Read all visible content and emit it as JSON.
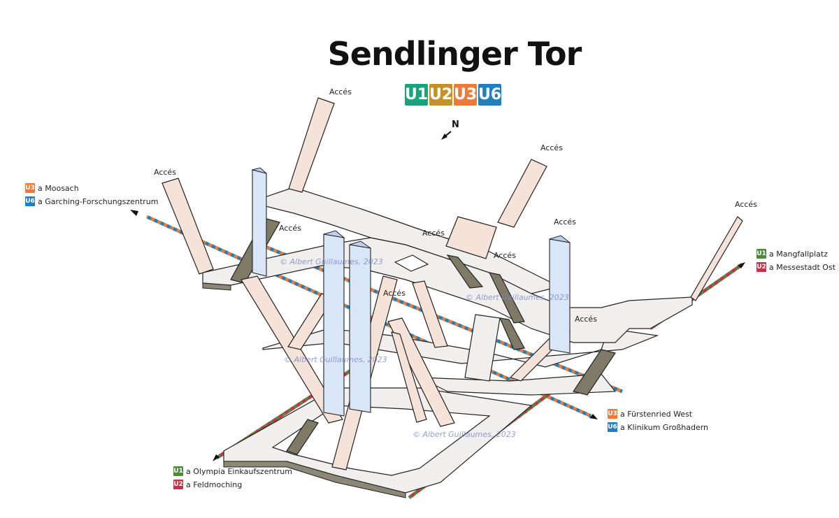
{
  "title": "Sendlinger Tor",
  "lines": [
    {
      "label": "U1",
      "color": "#1aa37a"
    },
    {
      "label": "U2",
      "color": "#c4902a"
    },
    {
      "label": "U3",
      "color": "#ec7a38"
    },
    {
      "label": "U6",
      "color": "#1f7fbf"
    }
  ],
  "north_label": "N",
  "access_label": "Accés",
  "watermark": "© Albert Guillaumes, 2023",
  "destinations": {
    "top_left": [
      {
        "line": "U3",
        "color": "#ec7a38",
        "text": "a Moosach"
      },
      {
        "line": "U6",
        "color": "#1f7fbf",
        "text": "a Garching-Forschungszentrum"
      }
    ],
    "right": [
      {
        "line": "U1",
        "color": "#4f8a3a",
        "text": "a Mangfallplatz"
      },
      {
        "line": "U2",
        "color": "#c9304a",
        "text": "a Messestadt Ost"
      }
    ],
    "bottom_right": [
      {
        "line": "U3",
        "color": "#ec7a38",
        "text": "a Fürstenried West"
      },
      {
        "line": "U6",
        "color": "#1f7fbf",
        "text": "a Klinikum Großhadern"
      }
    ],
    "bottom_left": [
      {
        "line": "U1",
        "color": "#4f8a3a",
        "text": "a Olympia Einkaufszentrum"
      },
      {
        "line": "U2",
        "color": "#c9304a",
        "text": "a Feldmoching"
      }
    ]
  },
  "colors": {
    "platform_top": "#f0efee",
    "platform_side": "#8c8878",
    "stair": "#f5e2d8",
    "stair_dark": "#7f7a66",
    "shaft": "#d9e6f8",
    "shaft_edge": "#7a98c9"
  }
}
